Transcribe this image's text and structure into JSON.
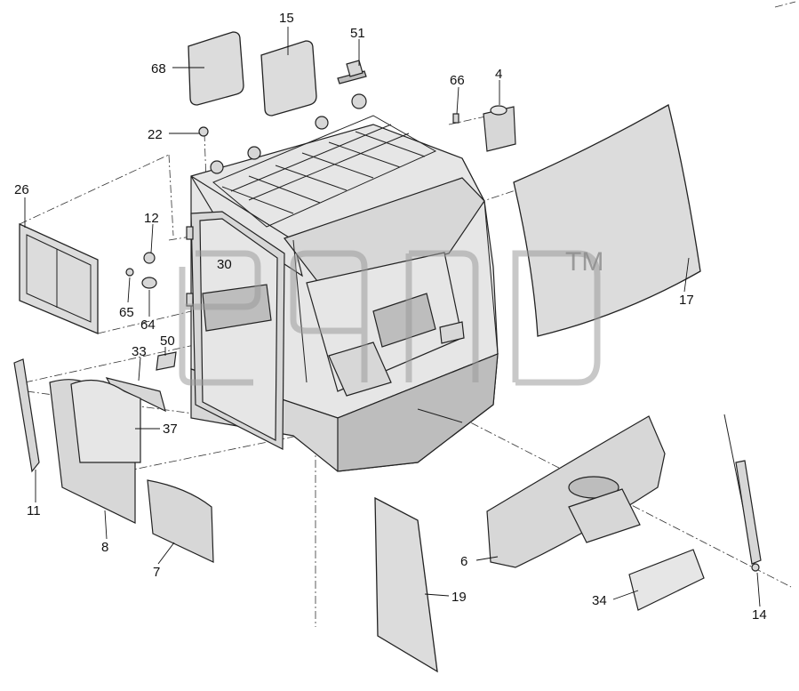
{
  "watermark": {
    "mark": "TM"
  },
  "callouts": [
    {
      "id": "c15",
      "text": "15"
    },
    {
      "id": "c51",
      "text": "51"
    },
    {
      "id": "c68",
      "text": "68"
    },
    {
      "id": "c66",
      "text": "66"
    },
    {
      "id": "c4",
      "text": "4"
    },
    {
      "id": "c22",
      "text": "22"
    },
    {
      "id": "c26",
      "text": "26"
    },
    {
      "id": "c12",
      "text": "12"
    },
    {
      "id": "c30",
      "text": "30"
    },
    {
      "id": "c17",
      "text": "17"
    },
    {
      "id": "c65",
      "text": "65"
    },
    {
      "id": "c64",
      "text": "64"
    },
    {
      "id": "c33",
      "text": "33"
    },
    {
      "id": "c50",
      "text": "50"
    },
    {
      "id": "c37",
      "text": "37"
    },
    {
      "id": "c11",
      "text": "11"
    },
    {
      "id": "c8",
      "text": "8"
    },
    {
      "id": "c7",
      "text": "7"
    },
    {
      "id": "c19",
      "text": "19"
    },
    {
      "id": "c6",
      "text": "6"
    },
    {
      "id": "c34",
      "text": "34"
    },
    {
      "id": "c14",
      "text": "14"
    }
  ]
}
